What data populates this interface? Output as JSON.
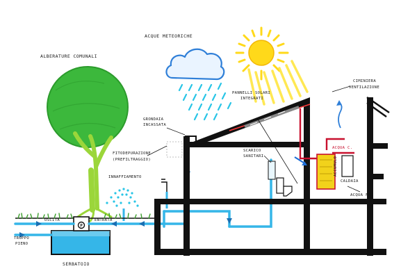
{
  "labels": {
    "alberature": "ALBERATURE COMUNALI",
    "acque": "ACQUE METEORICHE",
    "pannelli_1": "PANNELLI SOLARI",
    "pannelli_2": "INTEGRATI",
    "ciminiera_1": "CIMINIERA",
    "ciminiera_2": "VENTILAZIONE",
    "grondaia_1": "GRONDAIA",
    "grondaia_2": "INCASSATA",
    "fitodepurazione_1": "FITODEPURAZIONE",
    "fitodepurazione_2": "(PREFILTRAGGIO)",
    "scarico_1": "SCARICO",
    "scarico_2": "SANITARI",
    "acqua_c": "ACQUA C.",
    "caldaia": "CALDAIA",
    "accumulo": "ACCUMULO",
    "innaffiamento": "INNAFFIAMENTO",
    "acqua_f": "ACQUA F.",
    "uscita": "USCITA",
    "entrata": "ENTRATA",
    "pompa": "P",
    "troppo_1": "TROPPO",
    "troppo_2": "PIENO",
    "serbatoio": "SERBATOIO"
  },
  "colors": {
    "tree_green": "#3cb83c",
    "trunk_green": "#9bd63a",
    "cloud_blue": "#2f7fd8",
    "rain_cyan": "#29c5e6",
    "sun_yellow": "#ffd91a",
    "sun_ray": "#ffe74a",
    "water_blue": "#35b6e8",
    "wall_black": "#111111",
    "hot_red": "#c8102e",
    "tank_yellow": "#f2d21b"
  },
  "icons": {
    "sun": "sun-icon",
    "cloud": "cloud-icon",
    "tree": "tree-icon",
    "ventilation_arrow": "ventilation-arrow-icon",
    "tap": "tap-icon",
    "toilet": "toilet-icon",
    "pump": "pump-icon"
  }
}
